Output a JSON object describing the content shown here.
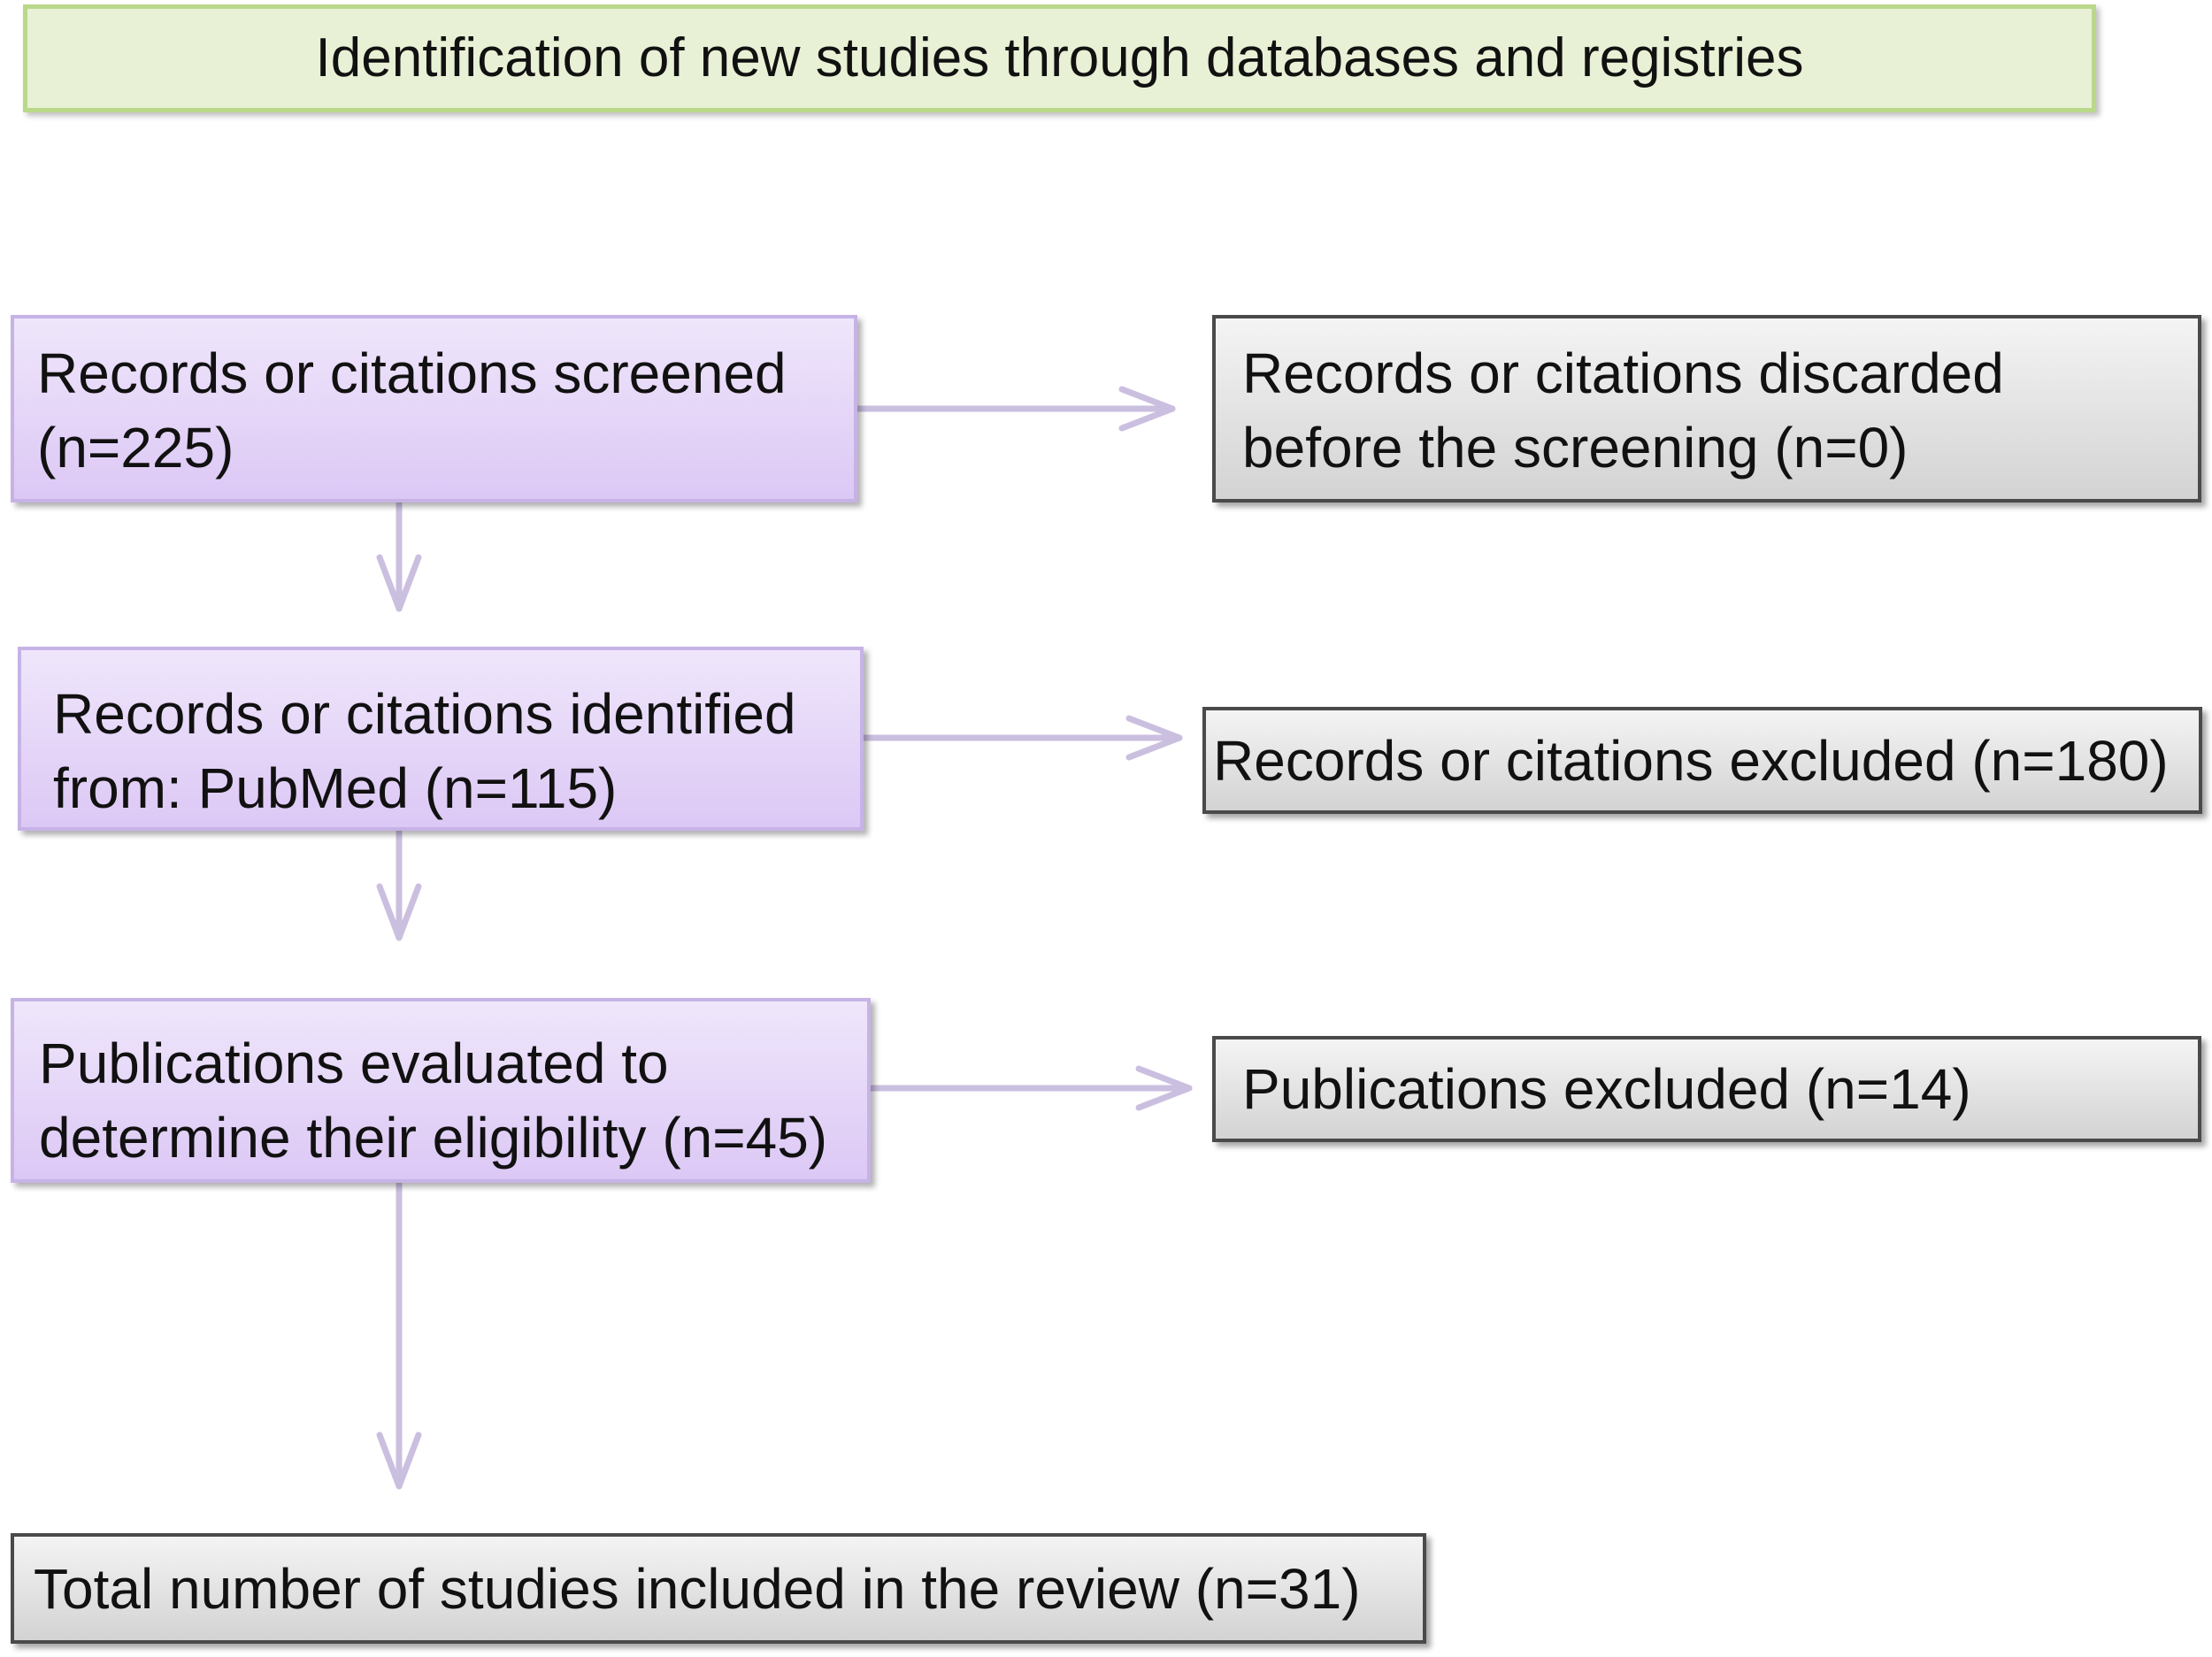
{
  "header": {
    "title": "Identification of new studies through databases and registries"
  },
  "left_column": {
    "screened": {
      "line1": "Records or citations screened",
      "line2": "(n=225)"
    },
    "identified": {
      "line1": "Records or citations identified",
      "line2": "from: PubMed (n=115)"
    },
    "evaluated": {
      "line1": "Publications evaluated to",
      "line2": "determine their eligibility (n=45)"
    },
    "total": {
      "text": "Total number of studies included in the review (n=31)"
    }
  },
  "right_column": {
    "discarded": {
      "line1": "Records or citations discarded",
      "line2": "before the screening (n=0)"
    },
    "excluded": {
      "text": "Records or citations excluded (n=180)"
    },
    "publications_excluded": {
      "text": "Publications excluded (n=14)"
    }
  },
  "colors": {
    "arrow": "#cbbfe0",
    "purple_fill": "#e3d3f7",
    "purple_border": "#c6b3e6",
    "gray_fill": "#e0e0e0",
    "gray_border": "#4a4a4a",
    "header_fill": "#e8f1d5",
    "header_border": "#b9d88a"
  }
}
